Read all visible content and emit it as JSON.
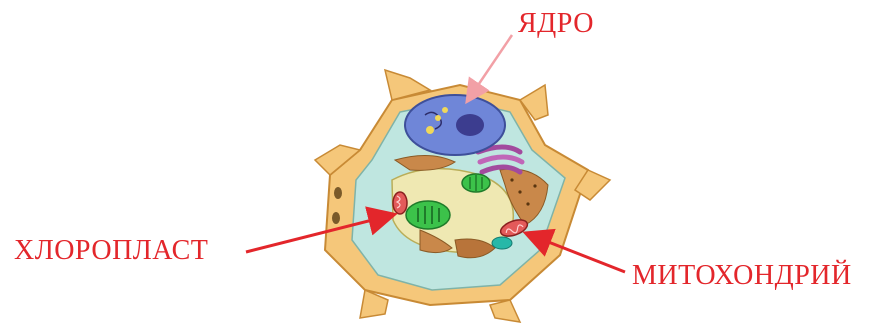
{
  "labels": {
    "nucleus": "ЯДРО",
    "chloroplast": "ХЛОРОПЛАСТ",
    "mitochondrion": "МИТОХОНДРИЙ"
  },
  "colors": {
    "label_text": "#e3262b",
    "arrow_red": "#e3262b",
    "arrow_pink": "#f2a0a6",
    "cell_wall": "#f5c77a",
    "cell_wall_dark": "#d89b43",
    "cytoplasm": "#bfe6e0",
    "nucleus": "#6f86d8",
    "nucleolus": "#3c3d8f",
    "vacuole": "#efe8b2",
    "chloroplast": "#3cc24a",
    "mitochondrion": "#e35a5a",
    "golgi": "#a24a9e",
    "er": "#b8743a"
  }
}
